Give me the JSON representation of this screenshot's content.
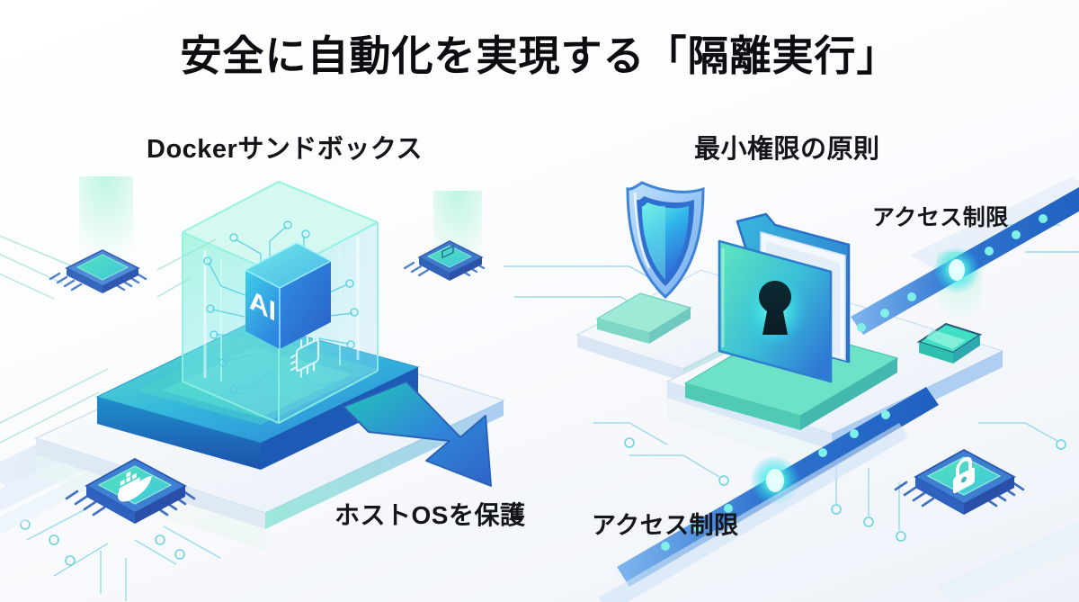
{
  "page": {
    "title": "安全に自動化を実現する「隔離実行」",
    "background_color": "#ffffff",
    "accent_teal": "#2fd6bd",
    "accent_blue": "#2f6fd0",
    "accent_cyan": "#22d3ee",
    "text_color": "#14161a"
  },
  "panels": {
    "left": {
      "heading": "Dockerサンドボックス",
      "caption": "ホストOSを保護",
      "core_label": "AI"
    },
    "right": {
      "heading": "最小権限の原則",
      "caption_top": "アクセス制限",
      "caption_bottom": "アクセス制限"
    }
  },
  "icons": {
    "glass_cube": "glass-sandbox-cube-icon",
    "ai_cube": "ai-core-cube-icon",
    "platform": "isometric-platform-icon",
    "arrow": "down-right-arrow-icon",
    "shield": "shield-icon",
    "folder_lock": "locked-folder-icon",
    "chip_docker": "docker-whale-chip-icon",
    "chip_lock": "padlock-chip-icon",
    "chip_plain_left": "processor-chip-icon",
    "chip_plain_right": "processor-chip-icon",
    "data_rail": "data-rail-icon",
    "glow_node": "glow-node-icon",
    "circuit_trace": "circuit-trace-icon"
  }
}
